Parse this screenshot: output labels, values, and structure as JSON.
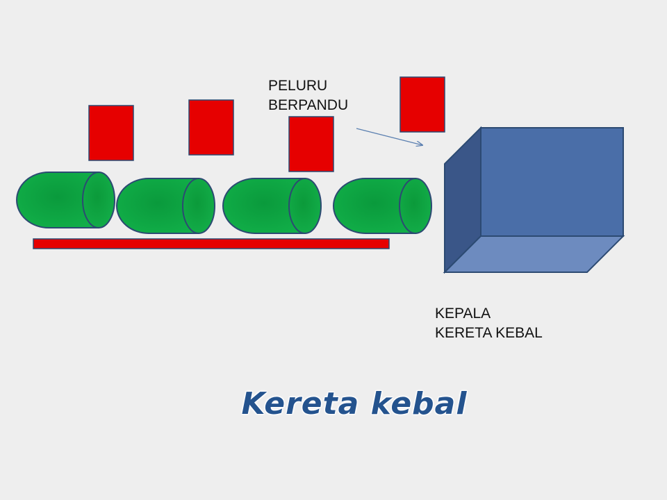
{
  "labels": {
    "missile_line1": "PELURU",
    "missile_line2": "BERPANDU",
    "head_line1": "KEPALA",
    "head_line2": "KERETA KEBAL"
  },
  "title": "Kereta kebal",
  "colors": {
    "background": "#eeeeee",
    "missile_red": "#e60000",
    "cylinder_green": "#0c9a3a",
    "cylinder_outline": "#2c4a72",
    "rail_red": "#e60000",
    "box_front": "#4a6ea8",
    "box_side": "#3a5688",
    "box_bottom": "#6d8bbf",
    "title_blue": "#24538e"
  }
}
